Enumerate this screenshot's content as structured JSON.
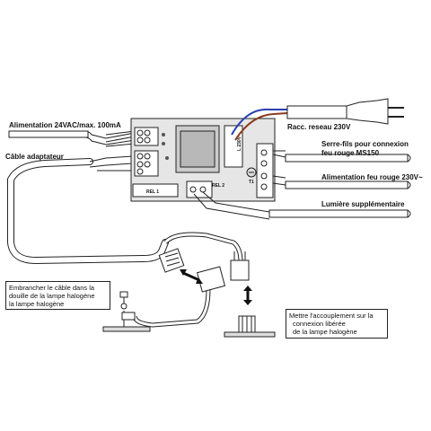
{
  "labels": {
    "power_supply": "Alimentation 24VAC/max. 100mA",
    "adapter_cable": "Câble adaptateur",
    "mains": "Racc. reseau 230V",
    "wire_clamp_line1": "Serre-fils pour connexion",
    "wire_clamp_line2": "feu rouge MS150",
    "red_light_power": "Alimentation feu rouge 230V~",
    "extra_light": "Lumière supplémentaire"
  },
  "notes": {
    "plug_cable_line1": "Embrancher le câble dans la",
    "plug_cable_line2": "douille de la lampe halogène",
    "plug_cable_line3": "la lampe halogène",
    "coupling_line1": "Mettre l'accouplement sur la",
    "coupling_line2": "connexion libérée",
    "coupling_line3": "de la lampe halogène"
  },
  "board": {
    "rel1": "REL 1",
    "rel2": "REL 2",
    "relay_text": "L 230V",
    "t1": "T1"
  },
  "colors": {
    "wire_blue": "#2a3fb0",
    "wire_brown": "#8a3a1a",
    "board_fill": "#e6e6e6",
    "cable_fill": "#ffffff",
    "line": "#222222"
  }
}
